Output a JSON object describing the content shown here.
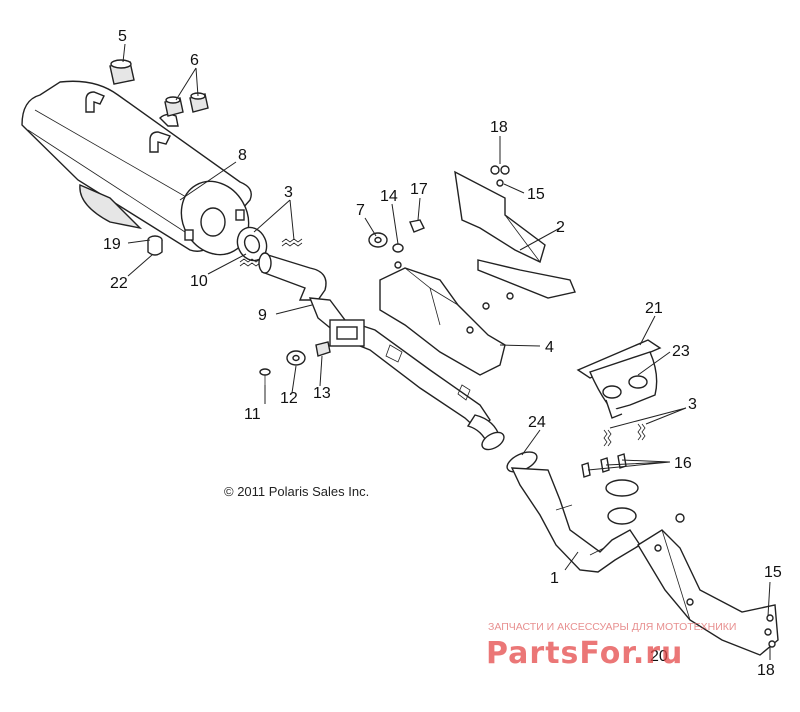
{
  "callouts": {
    "c1": "1",
    "c2": "2",
    "c3a": "3",
    "c3b": "3",
    "c4": "4",
    "c5": "5",
    "c6": "6",
    "c7": "7",
    "c8": "8",
    "c9": "9",
    "c10": "10",
    "c11": "11",
    "c12": "12",
    "c13": "13",
    "c14": "14",
    "c15a": "15",
    "c15b": "15",
    "c16": "16",
    "c17": "17",
    "c18a": "18",
    "c18b": "18",
    "c19": "19",
    "c20": "20",
    "c21": "21",
    "c22": "22",
    "c23": "23",
    "c24": "24"
  },
  "copyright": "© 2011 Polaris Sales Inc.",
  "watermark": {
    "tagline": "ЗАПЧАСТИ И АКСЕССУАРЫ ДЛЯ МОТОТЕХНИКИ",
    "logo": "PartsFor.ru"
  },
  "colors": {
    "line": "#222222",
    "watermark": "#e54a4a"
  }
}
